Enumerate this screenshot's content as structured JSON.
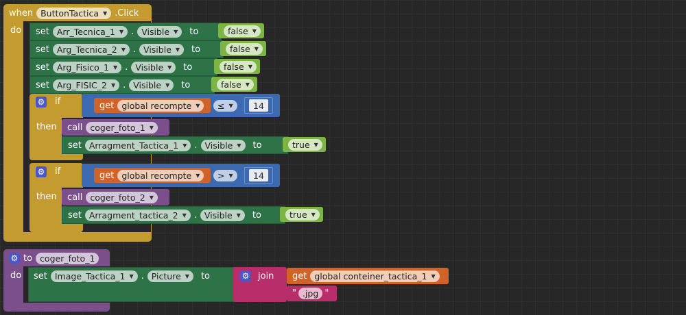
{
  "event": {
    "when": "when",
    "component": "ButtonTactica",
    "event_name": ".Click",
    "do": "do"
  },
  "statements": [
    {
      "set": "set",
      "component": "Arr_Tecnica_1",
      "dot": ".",
      "property": "Visible",
      "to": "to",
      "value": "false"
    },
    {
      "set": "set",
      "component": "Arg_Tecnica_2",
      "dot": ".",
      "property": "Visible",
      "to": "to",
      "value": "false"
    },
    {
      "set": "set",
      "component": "Arg_Fisico_1",
      "dot": ".",
      "property": "Visible",
      "to": "to",
      "value": "false"
    },
    {
      "set": "set",
      "component": "Arg_FISIC_2",
      "dot": ".",
      "property": "Visible",
      "to": "to",
      "value": "false"
    }
  ],
  "if1": {
    "if": "if",
    "get": "get",
    "var": "global recompte",
    "op": "≤",
    "num": "14",
    "then": "then",
    "call": "call",
    "proc": "coger_foto_1",
    "set": "set",
    "component": "Arragment_Tactica_1",
    "dot": ".",
    "property": "Visible",
    "to": "to",
    "value": "true"
  },
  "if2": {
    "if": "if",
    "get": "get",
    "var": "global recompte",
    "op": ">",
    "num": "14",
    "then": "then",
    "call": "call",
    "proc": "coger_foto_2",
    "set": "set",
    "component": "Arragment_tactica_2",
    "dot": ".",
    "property": "Visible",
    "to": "to",
    "value": "true"
  },
  "procedure": {
    "to": "to",
    "name": "coger_foto_1",
    "do": "do",
    "set": "set",
    "component": "Image_Tactica_1",
    "dot": ".",
    "property": "Picture",
    "to_kw": "to",
    "join": "join",
    "get": "get",
    "var": "global conteiner_tactica_1",
    "quote_open": "\"",
    "text": ".jpg",
    "quote_close": "\""
  }
}
